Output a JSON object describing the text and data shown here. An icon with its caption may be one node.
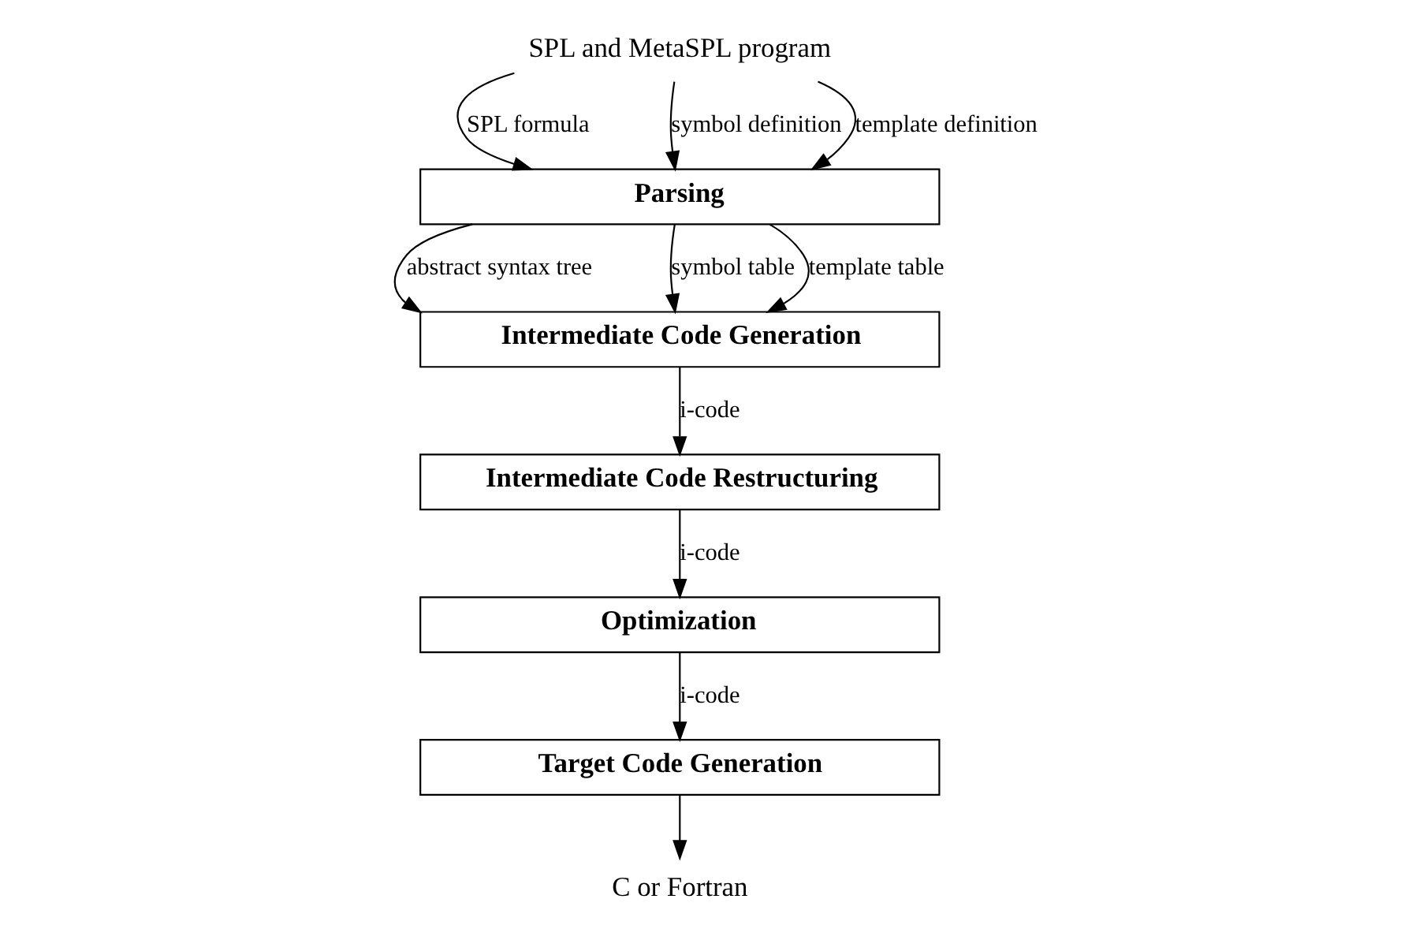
{
  "diagram": {
    "nodes": [
      {
        "text": [
          "SPL and MetaSPL program"
        ]
      },
      {
        "text": [
          "Parsing"
        ]
      },
      {
        "text": [
          "Intermediate Code Generation"
        ]
      },
      {
        "text": [
          "Intermediate Code Restructuring"
        ]
      },
      {
        "text": [
          "Optimization"
        ]
      },
      {
        "text": [
          "Target Code Generation"
        ]
      },
      {
        "text": [
          "C or Fortran"
        ]
      }
    ],
    "edges": [
      {
        "from": 0,
        "to": 1,
        "arrow": "to",
        "label": "SPL formula"
      },
      {
        "from": 0,
        "to": 1,
        "arrow": "to",
        "label": "symbol definition"
      },
      {
        "from": 0,
        "to": 1,
        "arrow": "to",
        "label": "template definition"
      },
      {
        "from": 1,
        "to": 2,
        "arrow": "to",
        "label": "abstract syntax tree"
      },
      {
        "from": 1,
        "to": 2,
        "arrow": "to",
        "label": "symbol table"
      },
      {
        "from": 1,
        "to": 2,
        "arrow": "to",
        "label": "template table"
      },
      {
        "from": 2,
        "to": 3,
        "arrow": "to",
        "label": "i-code"
      },
      {
        "from": 3,
        "to": 4,
        "arrow": "to",
        "label": "i-code"
      },
      {
        "from": 4,
        "to": 5,
        "arrow": "to",
        "label": "i-code"
      },
      {
        "from": 5,
        "to": 6,
        "arrow": "to"
      }
    ]
  }
}
